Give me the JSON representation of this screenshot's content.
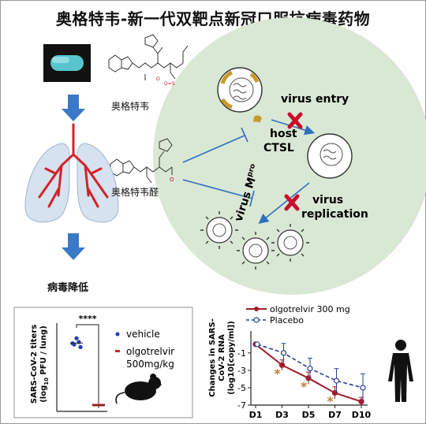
{
  "title": "奥格特韦-新一代双靶点新冠口服抗病毒药物",
  "labels": {
    "drug": "奥格特韦",
    "aldehyde": "奥格特韦醛",
    "viral_reduction": "病毒降低",
    "virus_entry": "virus entry",
    "host": "host",
    "ctsl": "CTSL",
    "virus_mpro_base": "virus M",
    "virus_mpro_sup": "pro",
    "virus": "virus",
    "replication": "replication"
  },
  "colors": {
    "circle_fill": "#d9e8d4",
    "red": "#c8102e",
    "blue": "#2f6fc0",
    "arrow_blue": "#3a78c8",
    "trial_drug": "#a01e2a",
    "trial_placebo": "#2c3d9a",
    "asterisk": "#c07a3a"
  },
  "mouse_panel": {
    "ylabel_line1": "SARS-CoV-2 titers",
    "ylabel_line2_pre": "(log",
    "ylabel_line2_sub": "10",
    "ylabel_line2_post": " PFU / lung)",
    "significance": "****",
    "legend_vehicle": "vehicle",
    "legend_drug_line1": "olgotrelvir",
    "legend_drug_line2": "500mg/kg"
  },
  "chart_data": [
    {
      "type": "scatter",
      "title": "",
      "xlabel": "",
      "ylabel": "SARS-CoV-2 titers (log10 PFU / lung)",
      "categories": [
        "vehicle",
        "olgotrelvir 500mg/kg"
      ],
      "series": [
        {
          "name": "vehicle",
          "values": [
            4.9,
            5.3,
            4.6,
            4.8,
            5.0
          ],
          "color": "#1f3fb0"
        },
        {
          "name": "olgotrelvir 500mg/kg",
          "values": [
            0,
            0,
            0,
            0,
            0
          ],
          "color": "#d6262a"
        }
      ],
      "ylim": [
        -0.5,
        6.5
      ],
      "significance": "****"
    },
    {
      "type": "line",
      "title": "",
      "xlabel": "",
      "ylabel_line1": "Changes in SARS-",
      "ylabel_line2": "CoV-2 RNA",
      "ylabel_line3": "(log10[copy/ml])",
      "x": [
        "D1",
        "D3",
        "D5",
        "D7",
        "D10"
      ],
      "yticks": [
        "-1",
        "-3",
        "-5",
        "-7"
      ],
      "ytick_values": [
        -1,
        -3,
        -5,
        -7
      ],
      "ylim": [
        -7,
        0.8
      ],
      "series": [
        {
          "name": "olgotrelvir 300 mg",
          "values": [
            0,
            -2.4,
            -3.9,
            -5.6,
            -6.6
          ],
          "err": [
            0,
            0.6,
            0.7,
            0.7,
            0.5
          ]
        },
        {
          "name": "Placebo",
          "values": [
            0,
            -1.0,
            -2.8,
            -4.2,
            -5.0
          ],
          "err": [
            0,
            1.1,
            1.2,
            1.4,
            1.6
          ]
        }
      ],
      "significance_marker": "*",
      "significant_at": [
        "D3",
        "D5",
        "D7"
      ],
      "legend": "top"
    }
  ]
}
